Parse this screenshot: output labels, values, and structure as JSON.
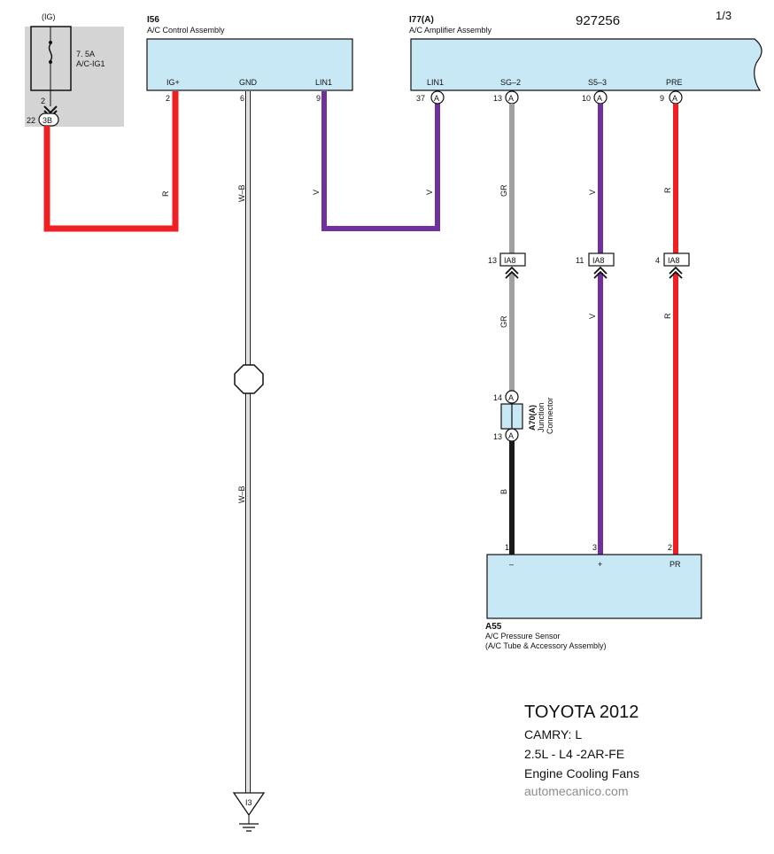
{
  "header": {
    "doc_number": "927256",
    "page": "1/3"
  },
  "fuse": {
    "group": "(IG)",
    "rating": "7. 5A",
    "name": "A/C-IG1",
    "pin": "2",
    "connector_pin": "22",
    "connector": "3B"
  },
  "control_assembly": {
    "id": "I56",
    "name": "A/C Control Assembly",
    "terminals": [
      {
        "label": "IG+",
        "pin": "2"
      },
      {
        "label": "GND",
        "pin": "6"
      },
      {
        "label": "LIN1",
        "pin": "9"
      }
    ]
  },
  "amplifier_assembly": {
    "id": "I77(A)",
    "name": "A/C Amplifier Assembly",
    "connector_letter": "A",
    "terminals": [
      {
        "label": "LIN1",
        "pin": "37"
      },
      {
        "label": "SG–2",
        "pin": "13"
      },
      {
        "label": "S5–3",
        "pin": "10"
      },
      {
        "label": "PRE",
        "pin": "9"
      }
    ]
  },
  "wire_colors": {
    "red": "#ee2024",
    "violet": "#7030a0",
    "gray": "#a0a0a0",
    "black": "#1a1a1a",
    "white_black": "#ffffff",
    "component_fill": "#c9e8f6",
    "fuse_box": "#d4d4d4"
  },
  "wire_labels": {
    "r": "R",
    "wb": "W–B",
    "v": "V",
    "gr": "GR",
    "b": "B"
  },
  "inline_connector": {
    "name": "IA8",
    "pins": [
      "13",
      "11",
      "4"
    ]
  },
  "junction": {
    "id": "A70(A)",
    "name_line1": "Junction",
    "name_line2": "Connector",
    "pin_top": "14",
    "pin_bottom": "13",
    "letter": "A"
  },
  "sensor": {
    "id": "A55",
    "name": "A/C Pressure Sensor",
    "subname": "(A/C Tube & Accessory Assembly)",
    "terminals": [
      {
        "label": "–",
        "pin": "1"
      },
      {
        "label": "+",
        "pin": "3"
      },
      {
        "label": "PR",
        "pin": "2"
      }
    ]
  },
  "ground": {
    "id": "I3"
  },
  "vehicle": {
    "brand": "TOYOTA 2012",
    "model": "CAMRY: L",
    "engine": "2.5L - L4 -2AR-FE",
    "system": "Engine Cooling Fans",
    "site": "automecanico.com"
  }
}
